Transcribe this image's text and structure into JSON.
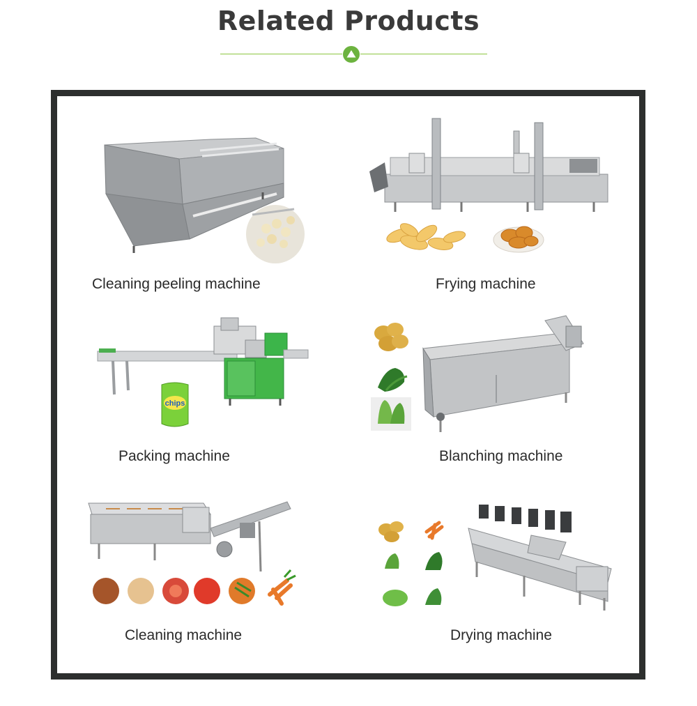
{
  "header": {
    "title": "Related Products"
  },
  "accent_color": "#6cb33f",
  "products": [
    {
      "label": "Cleaning peeling machine",
      "icon": "peeling-machine-image"
    },
    {
      "label": "Frying machine",
      "icon": "frying-machine-image"
    },
    {
      "label": "Packing machine",
      "icon": "packing-machine-image"
    },
    {
      "label": "Blanching machine",
      "icon": "blanching-machine-image"
    },
    {
      "label": "Cleaning machine",
      "icon": "cleaning-machine-image"
    },
    {
      "label": "Drying machine",
      "icon": "drying-machine-image"
    }
  ],
  "chips_bag_text": "chips"
}
